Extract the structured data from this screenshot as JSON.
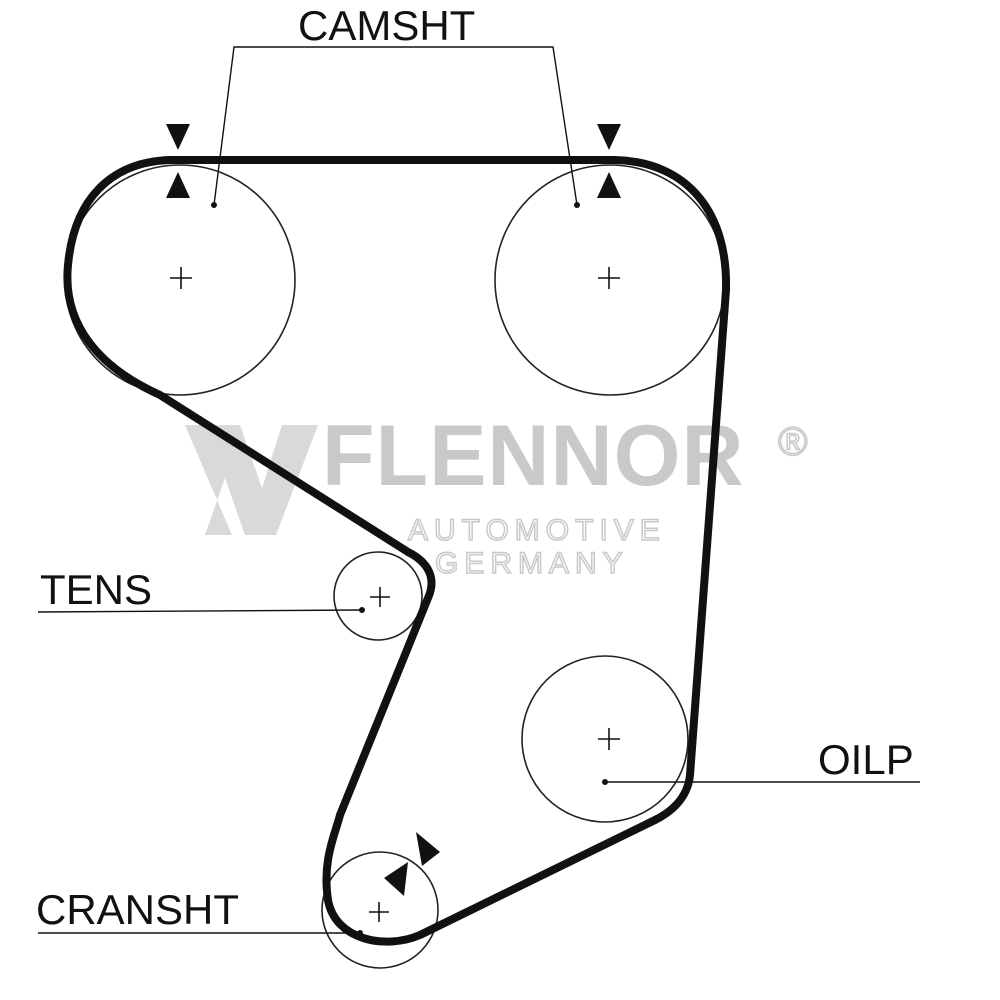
{
  "labels": {
    "camshaft": "CAMSHT",
    "tensioner": "TENS",
    "oil_pump": "OILP",
    "crankshaft": "CRANSHT"
  },
  "watermark": {
    "brand": "FLENNOR",
    "registered": "®",
    "line1": "AUTOMOTIVE",
    "line2": "GERMANY"
  },
  "colors": {
    "belt": "#111111",
    "pulley": "#222222",
    "watermark": "#c9c9c9"
  }
}
